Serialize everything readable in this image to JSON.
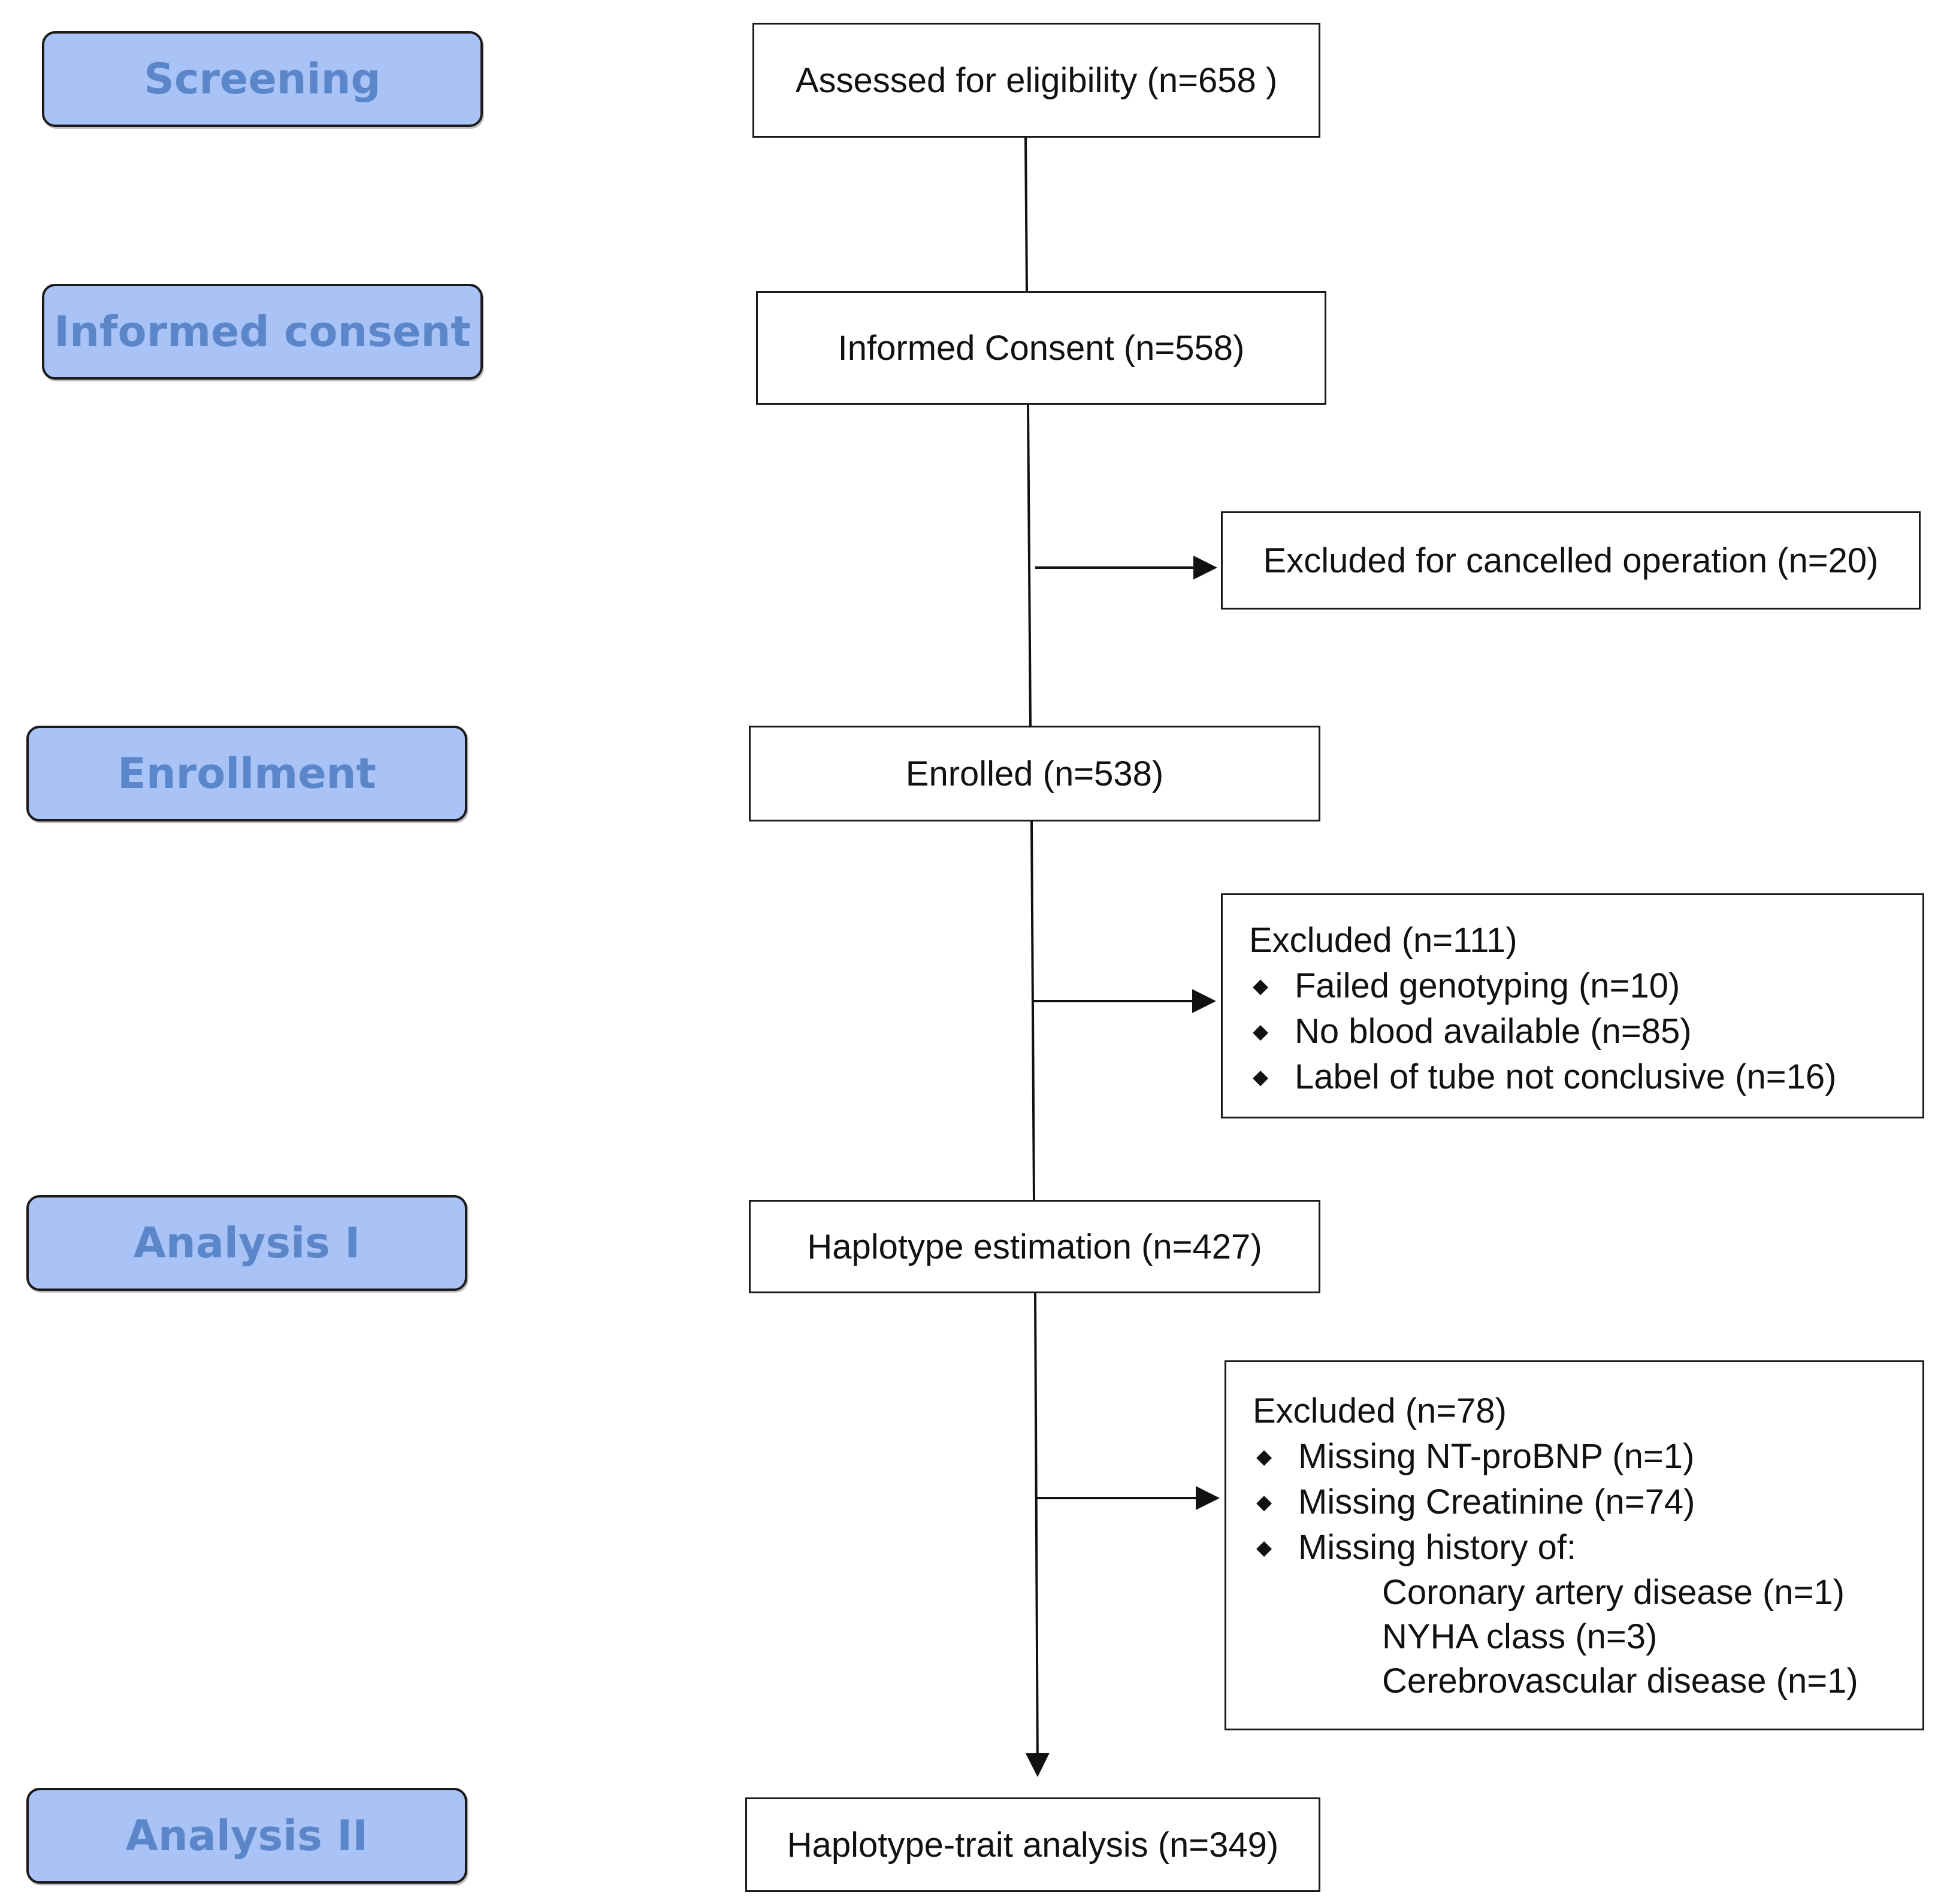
{
  "stages": [
    {
      "label": "Screening"
    },
    {
      "label": "Informed consent"
    },
    {
      "label": "Enrollment"
    },
    {
      "label": "Analysis I"
    },
    {
      "label": "Analysis II"
    }
  ],
  "flow": {
    "assessed": "Assessed for eligibility (n=658 )",
    "consent": "Informed Consent (n=558)",
    "excluded_cancelled": "Excluded for cancelled operation (n=20)",
    "enrolled": "Enrolled (n=538)",
    "excluded_1": {
      "title": "Excluded  (n=111)",
      "items": [
        "Failed genotyping (n=10)",
        "No blood available (n=85)",
        "Label of tube not conclusive (n=16)"
      ]
    },
    "haplotype_estimation": "Haplotype estimation (n=427)",
    "excluded_2": {
      "title": "Excluded  (n=78)",
      "items": [
        "Missing NT-proBNP  (n=1)",
        "Missing Creatinine  (n=74)",
        "Missing history of:"
      ],
      "sub_items": [
        "Coronary artery disease (n=1)",
        "NYHA class (n=3)",
        "Cerebrovascular disease (n=1)"
      ]
    },
    "haplotype_trait": "Haplotype-trait analysis (n=349)"
  },
  "bullet_glyph": "◆"
}
